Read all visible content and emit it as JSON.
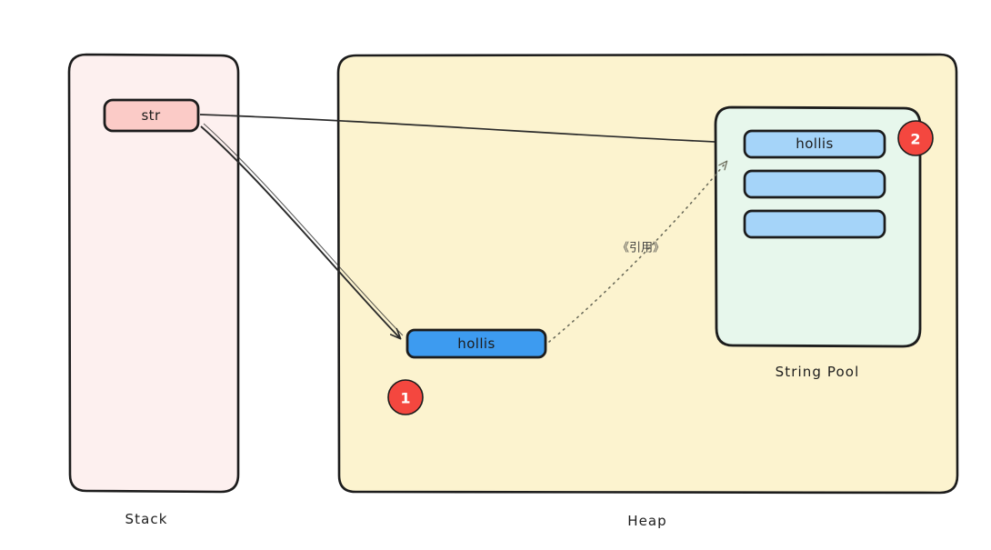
{
  "diagram": {
    "title_not_rendered": "",
    "regions": [
      {
        "id": "stack",
        "label": "Stack",
        "fill": "#fdf0ef",
        "stroke": "#1c1c1c"
      },
      {
        "id": "heap",
        "label": "Heap",
        "fill": "#fcf3cf",
        "stroke": "#1c1c1c"
      },
      {
        "id": "string-pool",
        "label": "String Pool",
        "fill": "#e7f7ec",
        "stroke": "#1c1c1c"
      }
    ],
    "stack": {
      "label": "Stack",
      "variable": {
        "label": "str",
        "fill": "#fbcbc7",
        "stroke": "#1c1c1c"
      }
    },
    "heap": {
      "label": "Heap",
      "object": {
        "label": "hollis",
        "fill": "#3d9bf0",
        "stroke": "#1c1c1c"
      },
      "badge": {
        "label": "1",
        "color": "#f4473f",
        "text_color": "#ffffff"
      }
    },
    "string_pool": {
      "label": "String Pool",
      "slots": [
        {
          "label": "hollis",
          "fill": "#a5d4f9",
          "stroke": "#1c1c1c"
        },
        {
          "label": "",
          "fill": "#a5d4f9",
          "stroke": "#1c1c1c"
        },
        {
          "label": "",
          "fill": "#a5d4f9",
          "stroke": "#1c1c1c"
        }
      ],
      "badge": {
        "label": "2",
        "color": "#f4473f",
        "text_color": "#ffffff"
      }
    },
    "edges": [
      {
        "id": "str-to-pool",
        "from": "str",
        "to": "string-pool-slot-0",
        "style": "solid",
        "label": ""
      },
      {
        "id": "str-to-heap",
        "from": "str",
        "to": "heap-object",
        "style": "solid",
        "label": ""
      },
      {
        "id": "heap-to-pool",
        "from": "heap-object",
        "to": "string-pool-slot-0",
        "style": "dotted",
        "label": "《引用》"
      }
    ]
  }
}
